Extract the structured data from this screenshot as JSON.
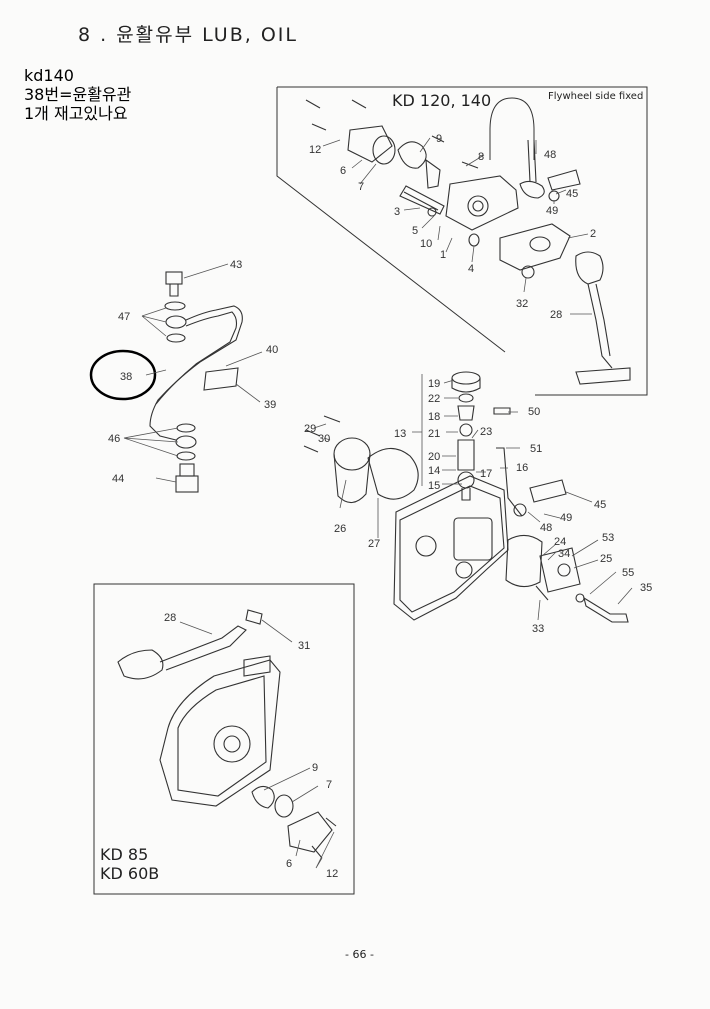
{
  "page": {
    "section_title": "8 .  윤활유부   LUB, OIL",
    "page_number": "- 66 -"
  },
  "note": {
    "line1": "kd140",
    "line2": "38번=윤활유관",
    "line3": "1개  재고있나요"
  },
  "upper_box": {
    "model_label": "KD 120, 140",
    "flywheel_note": "Flywheel side fixed"
  },
  "lower_box": {
    "model_line1": "KD 85",
    "model_line2": "KD 60B"
  },
  "part_numbers": {
    "p12a": "12",
    "p6a": "6",
    "p7a": "7",
    "p9a": "9",
    "p8": "8",
    "p48a": "48",
    "p45a": "45",
    "p49a": "49",
    "p3": "3",
    "p5": "5",
    "p10": "10",
    "p1": "1",
    "p4": "4",
    "p2": "2",
    "p32": "32",
    "p28a": "28",
    "p43": "43",
    "p47": "47",
    "p38": "38",
    "p40": "40",
    "p39": "39",
    "p46": "46",
    "p44": "44",
    "p19": "19",
    "p22": "22",
    "p18": "18",
    "p13": "13",
    "p21": "21",
    "p23": "23",
    "p50": "50",
    "p20": "20",
    "p14": "14",
    "p17": "17",
    "p15": "15",
    "p51": "51",
    "p16": "16",
    "p29": "29",
    "p30": "30",
    "p26": "26",
    "p27": "27",
    "p45b": "45",
    "p48b": "48",
    "p49b": "49",
    "p24": "24",
    "p34": "34",
    "p53": "53",
    "p25": "25",
    "p55": "55",
    "p35": "35",
    "p33": "33",
    "p28b": "28",
    "p31": "31",
    "p9b": "9",
    "p7b": "7",
    "p6b": "6",
    "p12b": "12"
  }
}
